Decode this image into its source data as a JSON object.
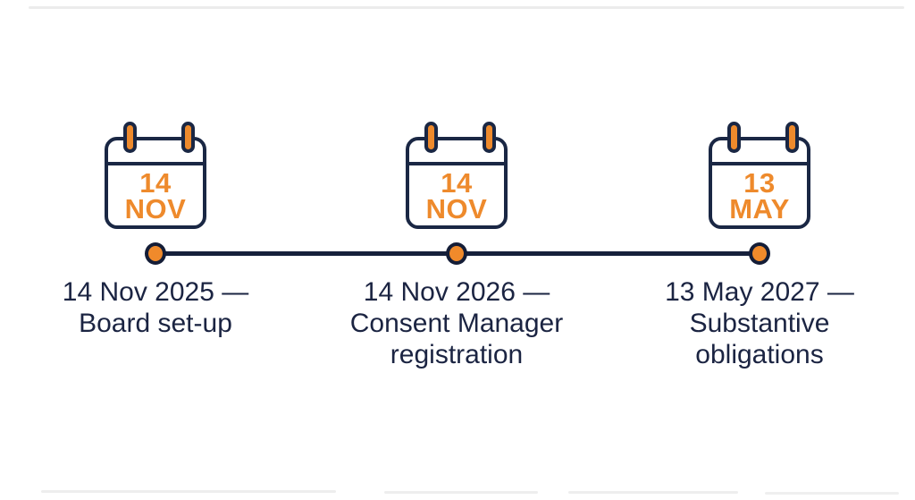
{
  "page": {
    "background_color": "#ffffff",
    "description": "Three-milestone timeline infographic with calendar icons"
  },
  "colors": {
    "accent_orange": "#EE8A2C",
    "navy": "#1A2744",
    "label_text": "#1B2442",
    "timeline_line": "#16203B"
  },
  "timeline": {
    "milestones": [
      {
        "calendar": {
          "day": "14",
          "month": "NOV"
        },
        "label_lines": [
          "14 Nov 2025 —",
          "Board set-up"
        ]
      },
      {
        "calendar": {
          "day": "14",
          "month": "NOV"
        },
        "label_lines": [
          "14 Nov 2026 —",
          "Consent Manager",
          "registration"
        ]
      },
      {
        "calendar": {
          "day": "13",
          "month": "MAY"
        },
        "label_lines": [
          "13 May 2027 —",
          "Substantive",
          "obligations"
        ]
      }
    ]
  }
}
